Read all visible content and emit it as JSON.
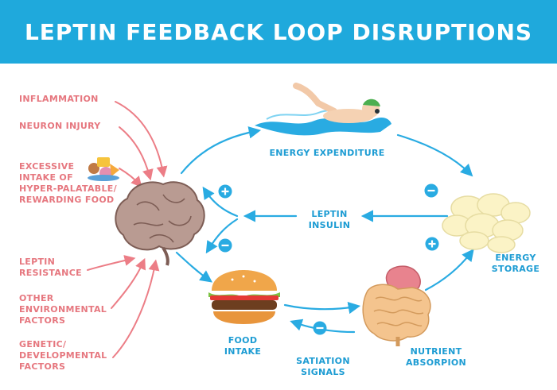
{
  "title": "LEPTIN FEEDBACK LOOP DISRUPTIONS",
  "factors": {
    "inflammation": "INFLAMMATION",
    "neuron_injury": "NEURON INJURY",
    "excessive_intake": [
      "EXCESSIVE",
      "INTAKE OF",
      "HYPER-PALATABLE/",
      "REWARDING FOOD"
    ],
    "leptin_resistance": [
      "LEPTIN",
      "RESISTANCE"
    ],
    "other_environmental": [
      "OTHER",
      "ENVIRONMENTAL",
      "FACTORS"
    ],
    "genetic": [
      "GENETIC/",
      "DEVELOPMENTAL",
      "FACTORS"
    ]
  },
  "nodes": {
    "energy_expenditure": "ENERGY EXPENDITURE",
    "energy_storage": [
      "ENERGY",
      "STORAGE"
    ],
    "leptin_insulin": [
      "LEPTIN",
      "INSULIN"
    ],
    "food_intake": [
      "FOOD",
      "INTAKE"
    ],
    "satiation_signals": [
      "SATIATION",
      "SIGNALS"
    ],
    "nutrient_absorption": [
      "NUTRIENT",
      "ABSORPION"
    ]
  },
  "colors": {
    "banner": "#1fa9dc",
    "loop_arrows": "#29abe2",
    "factor_arrows": "#ec7d86",
    "factor_text": "#e6777f",
    "node_text": "#1d9cd3"
  }
}
